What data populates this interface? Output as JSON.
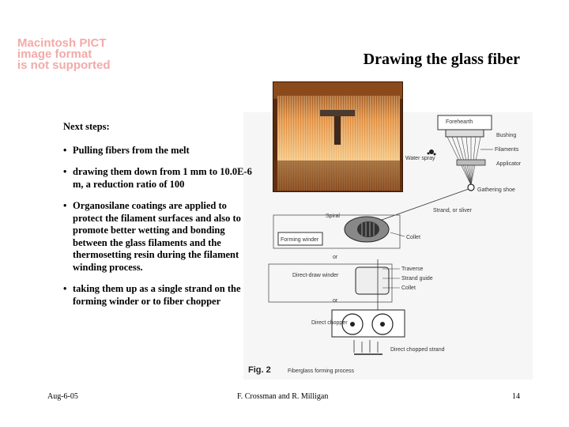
{
  "placeholder": {
    "lines": [
      "Macintosh PICT",
      "image format",
      "is not supported"
    ]
  },
  "slide": {
    "title": "Drawing the glass fiber",
    "heading": "Next steps:",
    "bullets": [
      "Pulling fibers from the melt",
      "drawing them down from 1 mm to 10.0E-6 m, a reduction ratio of 100",
      "Organosilane coatings are applied to protect the filament surfaces and also to promote better wetting and bonding between the glass filaments and the thermosetting resin during the filament winding process.",
      "taking them up as a single strand on the forming winder or to fiber chopper"
    ]
  },
  "diagram": {
    "labels": {
      "forehearth": "Forehearth",
      "bushing": "Bushing",
      "water_spray": "Water spray",
      "filaments": "Filaments",
      "applicator": "Applicator",
      "gathering_shoe": "Gathering shoe",
      "strand": "Strand, or sliver",
      "spiral": "Spiral",
      "collet1": "Collet",
      "forming_winder": "Forming winder",
      "or1": "or",
      "traverse": "Traverse",
      "direct_draw": "Direct-draw winder",
      "strand_guide": "Strand guide",
      "collet2": "Collet",
      "or2": "or",
      "direct_chopper": "Direct chopper",
      "direct_chopped": "Direct chopped strand"
    },
    "caption_num": "Fig. 2",
    "caption": "Fiberglass forming process"
  },
  "footer": {
    "date": "Aug-6-05",
    "authors": "F. Crossman and R. Milligan",
    "page": "14"
  }
}
